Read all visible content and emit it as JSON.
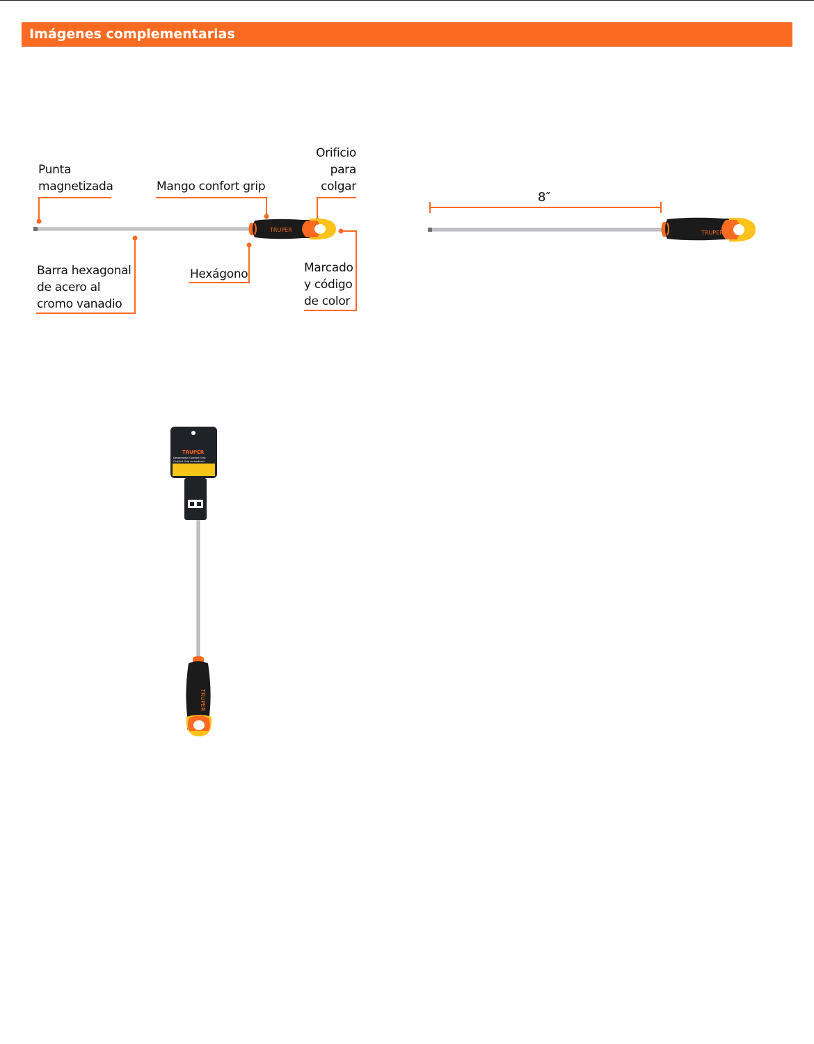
{
  "section": {
    "title": "Imágenes complementarias"
  },
  "diagram": {
    "callouts": {
      "tip": "Punta\nmagnetizada",
      "grip": "Mango confort grip",
      "hole": "Orificio\npara\ncolgar",
      "bar": "Barra hexagonal\nde acero al\ncromo vanadio",
      "hex": "Hexágono",
      "marking": "Marcado\ny código\nde color"
    },
    "brand": "TRUPER"
  },
  "dimension": {
    "length_label": "8″"
  },
  "package": {
    "brand": "TRUPER",
    "product_line_es": "Desarmador Comfort Grip",
    "product_line_en": "Comfort Grip screwdriver"
  },
  "colors": {
    "accent": "#fb6a21",
    "handle_black": "#1b1b1b",
    "handle_yellow": "#ffc21a",
    "shaft": "#bfc3c6"
  }
}
